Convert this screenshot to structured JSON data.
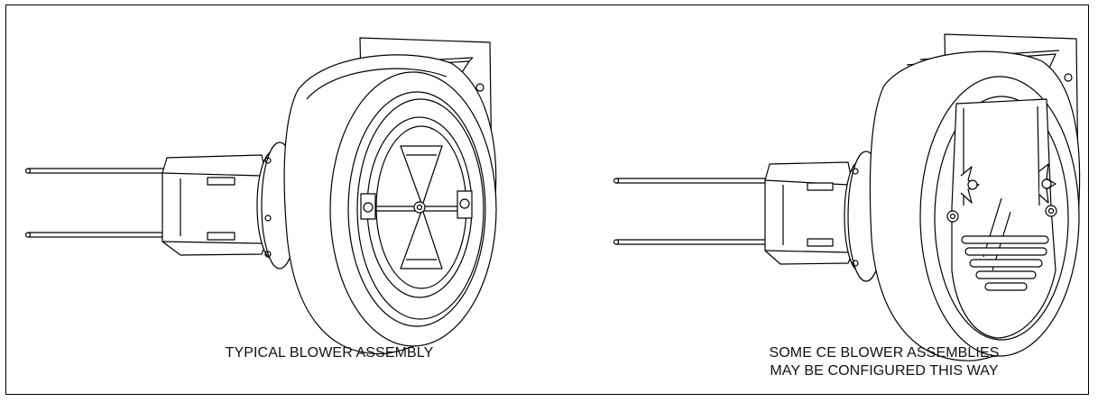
{
  "figure": {
    "left_caption": "TYPICAL BLOWER ASSEMBLY",
    "right_caption_line1": "SOME CE BLOWER ASSEMBLIES",
    "right_caption_line2": "MAY BE CONFIGURED THIS WAY"
  },
  "colors": {
    "line": "#000000",
    "background": "#ffffff"
  }
}
